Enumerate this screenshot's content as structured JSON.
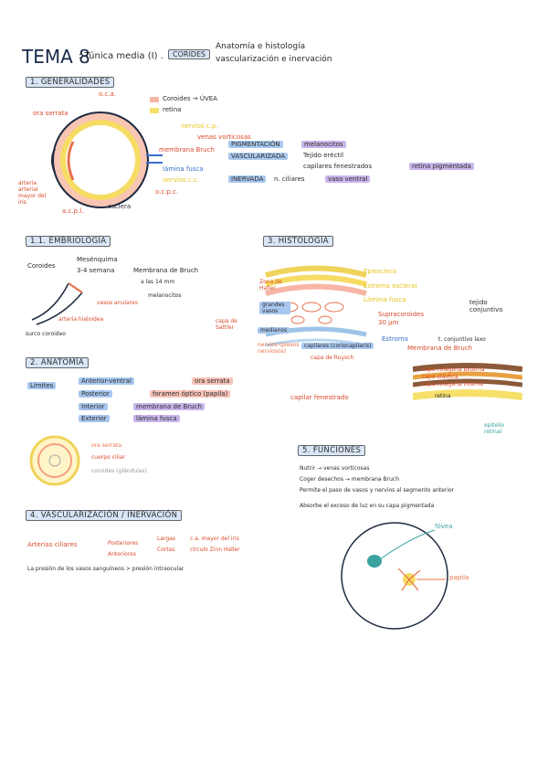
{
  "header": {
    "tema": "TEMA 8",
    "title": ": Túnica media (I) .",
    "coroides": "CORIDES",
    "sub1": "Anatomía e histología",
    "sub2": "vascularización e inervación"
  },
  "s1": {
    "title": "1. GENERALIDADES",
    "legend_uvea": "Coroides → ÚVEA",
    "legend_retina": "retina",
    "labels": {
      "oca": "o.c.a.",
      "ora": "ora serrata",
      "nervios_cp": "nervios c.p.",
      "venas": "venas vorticosas",
      "membrana": "membrana Bruch",
      "lamina": "lámina fusca",
      "nervios_cc": "nervios c.c.",
      "ocpc": "o.c.p.c.",
      "esclera": "esclera",
      "acpl": "a.c.p.l.",
      "arteria": "arteria arterial mayor del iris"
    },
    "bullets": {
      "pig": "PIGMENTACIÓN",
      "pig_r": "melanocitos",
      "vasc": "VASCULARIZADA",
      "vasc_r1": "Tejido eréctil",
      "vasc_r2": "capilares fenestrados",
      "vasc_r3": "retina pigmentada",
      "inerv": "INERVADA",
      "inerv_r1": "n. ciliares",
      "inerv_r2": "vaso ventral"
    }
  },
  "s11": {
    "title": "1.1. EMBRIOLOGÍA",
    "coroides": "Coroides",
    "mes": "Mesénquima",
    "sem": "3-4 semana",
    "mem": "Membrana de Bruch",
    "mm": "a las 14 mm",
    "mel": "melanocitos",
    "vasos": "vasos anulares",
    "surco": "surco coroideo",
    "arteria": "arteria hialoidea"
  },
  "s3": {
    "title": "3. HISTOLOGÍA",
    "epi": "Epiesclera",
    "estroma": "Estroma escleral",
    "lamina": "Lámina fusca",
    "tejido": "tejido conjuntivo",
    "zona": "Zona de Haller",
    "grandes": "grandes vasos",
    "sattler": "capa de Sattler",
    "medianos": "medianos",
    "supra": "Supracoroides 30 µm",
    "nervios": "nervios (plexos nerviosos)",
    "estroma2": "Estroma",
    "conj": "t. conjuntivo laxo",
    "capilares": "capilares (coriocapilaris)",
    "membrana": "Membrana de Bruch",
    "capa": "capa de Ruysch",
    "capilar": "capilar fenestrado",
    "cap1": "capa colágena externa",
    "cap2": "capa elástica",
    "cap3": "capa colágena interna",
    "retina": "retina",
    "epitelio": "epitelio retinal"
  },
  "s2": {
    "title": "2. ANATOMÍA",
    "limites": "Límites",
    "l1": "Anterior-ventral",
    "l1r": "ora serrata",
    "l2": "Posterior",
    "l2r": "foramen óptico (papila)",
    "l3": "Interior",
    "l3r": "membrana de Bruch",
    "l4": "Exterior",
    "l4r": "lámina fusca",
    "eye1": "ora serrata",
    "eye2": "cuerpo ciliar",
    "eye3": "coroides (glándulas)"
  },
  "s5": {
    "title": "5. FUNCIONES",
    "f1": "Nutrir → venas vorticosas",
    "f2": "Coger desechos → membrana Bruch",
    "f3": "Permite el paso de vasos y nervios al segmento anterior",
    "f4": "Absorbe el exceso de luz en su capa pigmentada",
    "fovea": "fóvea",
    "papila": "papila"
  },
  "s4": {
    "title": "4. VASCULARIZACIÓN / INERVACIÓN",
    "arterias": "Arterias ciliares",
    "post": "Posteriores",
    "ant": "Anteriores",
    "largas": "Largas",
    "cortas": "Cortas",
    "r1": "c.a. mayor del iris",
    "r2": "círculo Zinn Haller",
    "presion": "La presión de los vasos sanguíneos > presión intraocular"
  }
}
